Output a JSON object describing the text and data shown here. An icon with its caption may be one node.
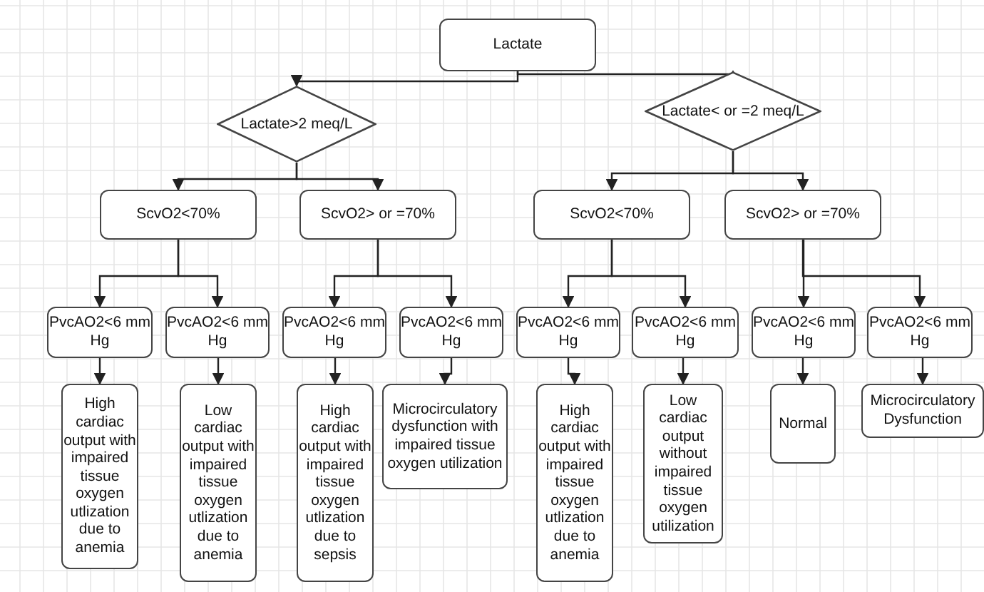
{
  "diagram": {
    "nodes": [
      {
        "text": [
          "Lactate"
        ]
      },
      {
        "text": [
          "Lactate>2 meq/L"
        ]
      },
      {
        "text": [
          "Lactate< or =2 meq/L"
        ]
      },
      {
        "text": [
          "ScvO2<70%"
        ]
      },
      {
        "text": [
          "ScvO2> or =70%"
        ]
      },
      {
        "text": [
          "ScvO2<70%"
        ]
      },
      {
        "text": [
          "ScvO2> or =70%"
        ]
      },
      {
        "text": [
          "PvcAO2<6 mm Hg"
        ]
      },
      {
        "text": [
          "PvcAO2<6 mm Hg"
        ]
      },
      {
        "text": [
          "PvcAO2<6 mm Hg"
        ]
      },
      {
        "text": [
          "PvcAO2<6 mm Hg"
        ]
      },
      {
        "text": [
          "PvcAO2<6 mm Hg"
        ]
      },
      {
        "text": [
          "PvcAO2<6 mm Hg"
        ]
      },
      {
        "text": [
          "PvcAO2<6 mm Hg"
        ]
      },
      {
        "text": [
          "PvcAO2<6 mm Hg"
        ]
      },
      {
        "text": [
          "High cardiac output with impaired tissue oxygen utlization due to anemia"
        ]
      },
      {
        "text": [
          "Low cardiac output with impaired tissue oxygen utlization due to anemia"
        ]
      },
      {
        "text": [
          "High cardiac output with impaired tissue oxygen utlization due to sepsis"
        ]
      },
      {
        "text": [
          "Microcirculatory dysfunction with impaired tissue oxygen utilization"
        ]
      },
      {
        "text": [
          "High cardiac output with impaired tissue oxygen utlization due to anemia"
        ]
      },
      {
        "text": [
          "Low cardiac output without impaired tissue oxygen utilization"
        ]
      },
      {
        "text": [
          "Normal"
        ]
      },
      {
        "text": [
          "Microcirculatory Dysfunction"
        ]
      }
    ],
    "edges": [
      {
        "from": 0,
        "to": 1,
        "arrow": "to"
      },
      {
        "from": 0,
        "to": 2,
        "arrow": "to"
      },
      {
        "from": 1,
        "to": 3,
        "arrow": "to"
      },
      {
        "from": 1,
        "to": 4,
        "arrow": "to"
      },
      {
        "from": 2,
        "to": 5,
        "arrow": "to"
      },
      {
        "from": 2,
        "to": 6,
        "arrow": "to"
      },
      {
        "from": 3,
        "to": 7,
        "arrow": "to"
      },
      {
        "from": 3,
        "to": 8,
        "arrow": "to"
      },
      {
        "from": 4,
        "to": 9,
        "arrow": "to"
      },
      {
        "from": 4,
        "to": 10,
        "arrow": "to"
      },
      {
        "from": 5,
        "to": 11,
        "arrow": "to"
      },
      {
        "from": 5,
        "to": 12,
        "arrow": "to"
      },
      {
        "from": 6,
        "to": 13,
        "arrow": "to"
      },
      {
        "from": 6,
        "to": 14,
        "arrow": "to"
      },
      {
        "from": 7,
        "to": 15,
        "arrow": "to"
      },
      {
        "from": 8,
        "to": 16,
        "arrow": "to"
      },
      {
        "from": 9,
        "to": 17,
        "arrow": "to"
      },
      {
        "from": 10,
        "to": 18,
        "arrow": "to"
      },
      {
        "from": 11,
        "to": 19,
        "arrow": "to"
      },
      {
        "from": 12,
        "to": 20,
        "arrow": "to"
      },
      {
        "from": 13,
        "to": 21,
        "arrow": "to"
      },
      {
        "from": 14,
        "to": 22,
        "arrow": "to"
      }
    ]
  }
}
